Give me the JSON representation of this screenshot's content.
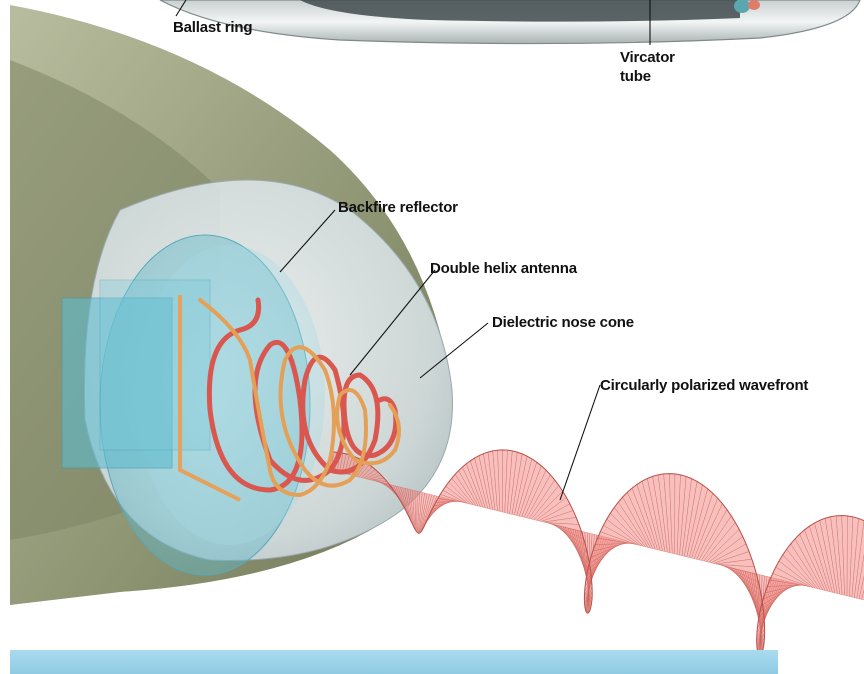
{
  "labels": {
    "ballast_ring": "Ballast ring",
    "vircator_line1": "Vircator",
    "vircator_line2": "tube",
    "backfire_reflector": "Backfire reflector",
    "double_helix_antenna": "Double helix antenna",
    "dielectric_nose_cone": "Dielectric nose cone",
    "circularly_polarized_wavefront": "Circularly polarized wavefront"
  },
  "colors": {
    "body_green": "#9aa07e",
    "cone_shell": "#e3ebef",
    "reflector_blue": "#6cc3d4",
    "helix_copper": "#e09a52",
    "helix_red": "#d9574f",
    "wave_pink": "#f28d86",
    "panel_blue": "#9fd4ea"
  }
}
